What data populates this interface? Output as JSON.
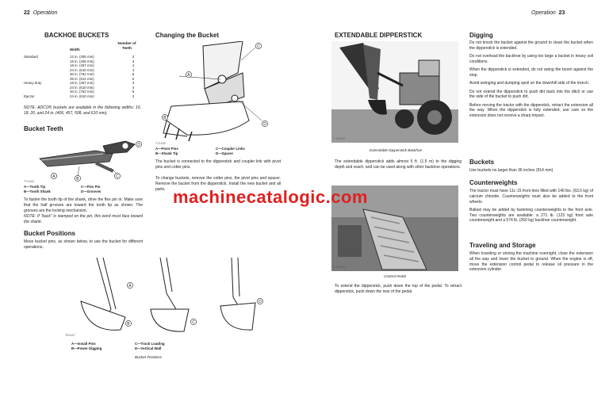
{
  "left_page": {
    "page_number": "22",
    "section": "Operation",
    "backhoe_buckets": {
      "title": "BACKHOE BUCKETS",
      "col_width": "Width",
      "col_teeth": "Number of Teeth",
      "rows": [
        {
          "type": "Standard",
          "width": "12 in. (305 mm)",
          "teeth": "3"
        },
        {
          "type": "",
          "width": "16 in. (406 mm)",
          "teeth": "3"
        },
        {
          "type": "",
          "width": "18 in. (457 mm)",
          "teeth": "4"
        },
        {
          "type": "",
          "width": "24 in. (610 mm)",
          "teeth": "4"
        },
        {
          "type": "",
          "width": "30 in. (762 mm)",
          "teeth": "5"
        },
        {
          "type": "",
          "width": "36 in. (914 mm)",
          "teeth": "6"
        },
        {
          "type": "Heavy-duty",
          "width": "18 in. (457 mm)",
          "teeth": "3"
        },
        {
          "type": "",
          "width": "24 in. (610 mm)",
          "teeth": "4"
        },
        {
          "type": "",
          "width": "30 in. (762 mm)",
          "teeth": "5"
        },
        {
          "type": "Ejector",
          "width": "24 in. (610 mm)",
          "teeth": "3"
        }
      ],
      "note": "NOTE: ADCO® buckets are available in the following widths: 16, 18, 20, and 24 in. (406, 457, 508, and 610 mm)."
    },
    "bucket_teeth": {
      "title": "Bucket Teeth",
      "fig_no": "T71422",
      "legend": [
        "A—Tooth Tip",
        "C—Flex Pin",
        "B—Tooth Shank",
        "D—Grooves"
      ],
      "text": "To fasten the tooth tip of the shank, drive the flex pin in. Make sure that the half grooves are toward the tooth tip as shown. The grooves are the locking mechanism.",
      "note": "NOTE: If \"back\" is stamped on the pin, this word must face toward the shank."
    },
    "bucket_positions": {
      "title": "Bucket Positions",
      "text": "Move bucket pins, as shown below, to use the bucket for different operations.",
      "fig_no": "T55427",
      "legend": [
        "A—Install Pins",
        "C—Truck Loading",
        "B—Power Digging",
        "D—Vertical Wall"
      ],
      "caption": "Bucket Positions"
    },
    "changing_bucket": {
      "title": "Changing the Bucket",
      "fig_no": "T71425",
      "legend": [
        "A—Pivot Pins",
        "C—Coupler Links",
        "B—Shank Tip",
        "D—Spacer"
      ],
      "text1": "The bucket is connected to the dipperstick and coupler link with pivot pins and cotter pins.",
      "text2": "To change buckets, remove the cotter pins, the pivot pins and spacer. Remove the bucket from the dipperstick. Install the new bucket and all parts."
    }
  },
  "right_page": {
    "page_number": "23",
    "section": "Operation",
    "extendable": {
      "title": "EXTENDABLE DIPPERSTICK",
      "fig_no": "T 62137",
      "caption": "Extendable Dipperstick Backhoe",
      "text": "The extendable dipperstick adds almost 5 ft. (1.5 m) to the digging depth and reach, and can be used along with other backhoe operations.",
      "fig2_no": "T 62138",
      "caption2": "Control Pedal",
      "text2": "To extend the dipperstick, push down the top of the pedal. To retract dipperstick, push down the rear of the pedal."
    },
    "digging": {
      "title": "Digging",
      "paras": [
        "Do not knock the bucket against the ground to clean the bucket when the dipperstick is extended.",
        "Do not overload the backhoe by using too large a bucket in heavy soil conditions.",
        "When the dipperstick is extended, do not swing the boom against the stop.",
        "Avoid swinging and dumping spoil on the downhill side of the trench.",
        "Do not extend the dipperstick to push dirt back into the ditch or use the side of the bucket to push dirt.",
        "Before moving the tractor with the dipperstick, retract the extension all the way. When the dipperstick is fully extended, use care so the extension does not receive a sharp impact."
      ]
    },
    "buckets": {
      "title": "Buckets",
      "text": "Use buckets no larger than 36 inches (914 mm)."
    },
    "counterweights": {
      "title": "Counterweights",
      "paras": [
        "The tractor must have 11L-15 front tires filled with 140 lbs. (63.5 kg) of calcium chloride. Counterweights must also be added to the front wheels.",
        "Ballast may be added by fastening counterweights to the front axle. Two counterweights are available: a 271 lb. (123 kg) front axle counterweight and a 574 lb. (260 kg) backhoe counterweight."
      ]
    },
    "traveling": {
      "title": "Traveling and Storage",
      "text": "When traveling or storing the machine overnight, close the extension all the way and lower the bucket to ground. When the engine is off, move the extension control pedal to release oil pressure in the extension cylinder."
    }
  },
  "watermark": "machinecatalogic.com"
}
